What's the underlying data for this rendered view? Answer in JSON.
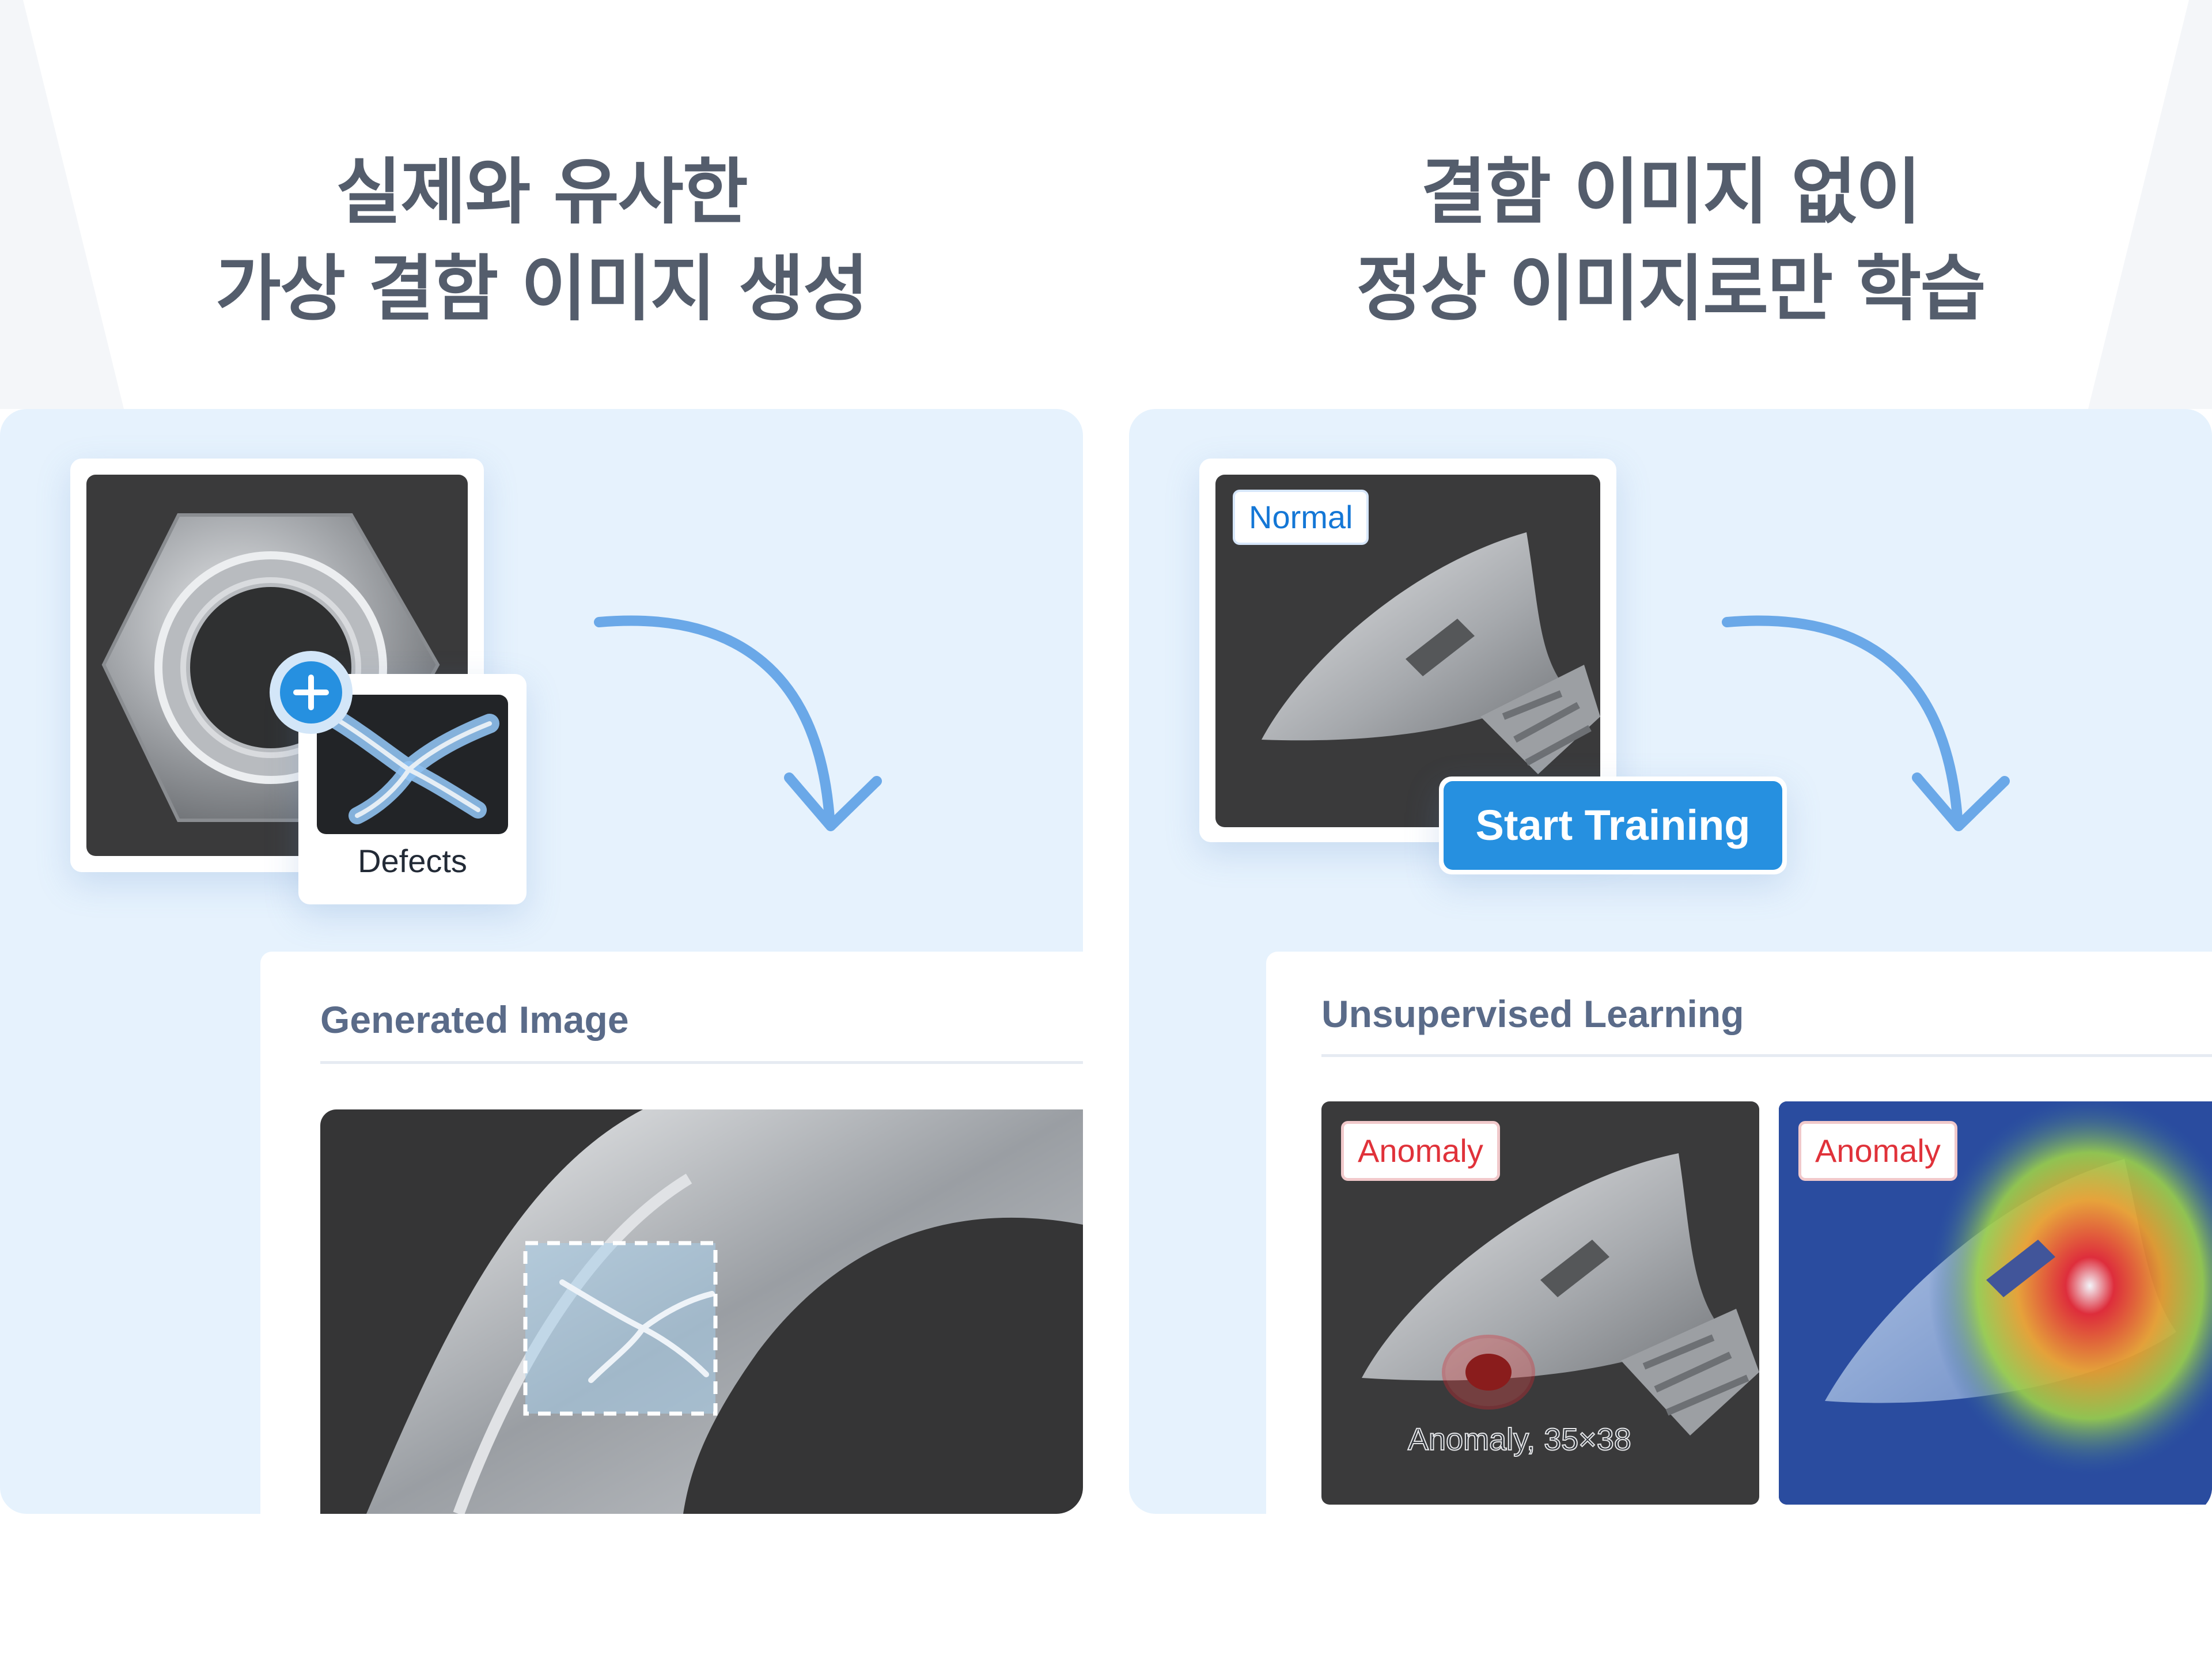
{
  "left": {
    "headline": [
      "실제와 유사한",
      "가상 결함 이미지 생성"
    ],
    "defects_label": "Defects",
    "generated_title": "Generated Image"
  },
  "right": {
    "headline": [
      "결함 이미지 없이",
      "정상 이미지로만 학습"
    ],
    "normal_tag": "Normal",
    "start_training_label": "Start Training",
    "unsupervised_title": "Unsupervised Learning",
    "anomaly_tag_1": "Anomaly",
    "anomaly_tag_2": "Anomaly",
    "anomaly_caption": "Anomaly, 35×38"
  },
  "colors": {
    "panel_bg": "#e6f2fd",
    "accent_blue": "#2690e0",
    "arrow_blue": "#6aa8e8",
    "headline": "#545d6c",
    "anomaly_red": "#e0323a"
  },
  "icons": [
    "plus-icon",
    "curved-arrow-icon"
  ]
}
